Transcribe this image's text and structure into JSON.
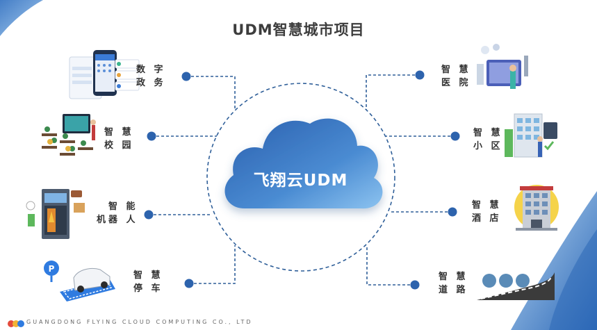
{
  "title": "UDM智慧城市项目",
  "center": "飞翔云UDM",
  "footer": "GUANGDONG FLYING CLOUD COMPUTING CO., LTD",
  "colors": {
    "accent": "#2d63ad",
    "dash": "#3a6ba8",
    "cloud_light": "#7ab8ea",
    "cloud_dark": "#2a63b0"
  },
  "left_items": [
    {
      "label": "数 字\n政 务",
      "icon": "mobile-app-icon"
    },
    {
      "label": "智 慧\n校 园",
      "icon": "classroom-icon"
    },
    {
      "label": "智 能\n机器 人",
      "icon": "robot-locker-icon"
    },
    {
      "label": "智 慧\n停 车",
      "icon": "parking-icon"
    }
  ],
  "right_items": [
    {
      "label": "智 慧\n医 院",
      "icon": "hospital-icon"
    },
    {
      "label": "智 慧\n小 区",
      "icon": "community-icon"
    },
    {
      "label": "智 慧\n酒 店",
      "icon": "hotel-icon"
    },
    {
      "label": "智 慧\n道 路",
      "icon": "road-icon"
    }
  ]
}
